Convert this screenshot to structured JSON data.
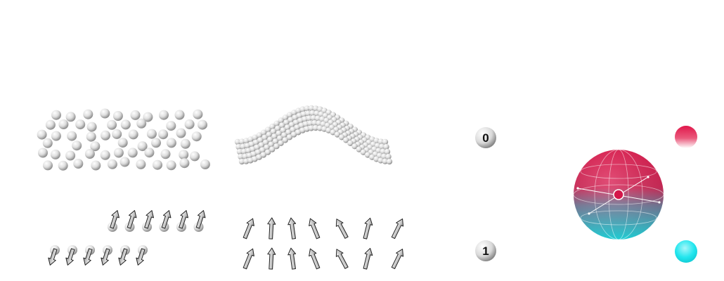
{
  "qubit": {
    "state_zero_label": "0",
    "state_one_label": "1"
  },
  "colors": {
    "sphere_top": "#e8194f",
    "sphere_bottom": "#22e6ee",
    "ball_light": "#ffffff",
    "ball_dark": "#9a9a9a",
    "arrow_fill": "#e6e6e6",
    "arrow_stroke": "#222222",
    "background": "#ffffff"
  },
  "panels": [
    {
      "id": "random-particles",
      "icon": "particle-cloud-icon"
    },
    {
      "id": "wave-particles",
      "icon": "particle-wave-icon"
    },
    {
      "id": "aligned-spins",
      "icon": "spin-lattice-icon"
    },
    {
      "id": "disordered-spins",
      "icon": "spin-arrows-icon"
    },
    {
      "id": "bloch-sphere",
      "icon": "bloch-sphere-icon"
    }
  ]
}
